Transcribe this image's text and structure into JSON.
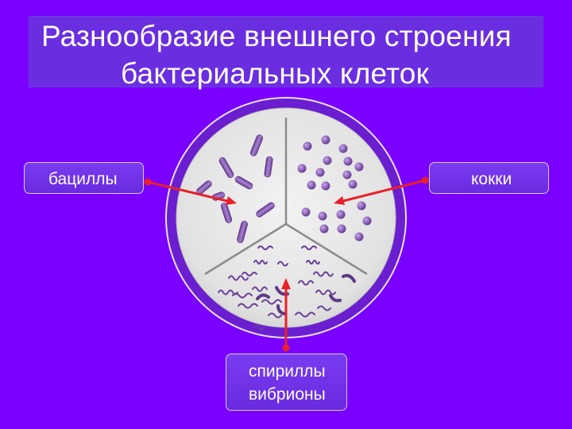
{
  "title": {
    "line1": "Разнообразие внешнего строения",
    "line2": "бактериальных клеток"
  },
  "labels": {
    "bacilli": "бациллы",
    "cocci": "кокки",
    "spirilla": "спириллы",
    "vibrio": "вибрионы"
  },
  "colors": {
    "background": "#7a00ff",
    "title_box": "#6a2ee0",
    "arrow": "#e8202a",
    "cell": "#8a5fb5",
    "petri_dish": "#e6e6e6"
  }
}
